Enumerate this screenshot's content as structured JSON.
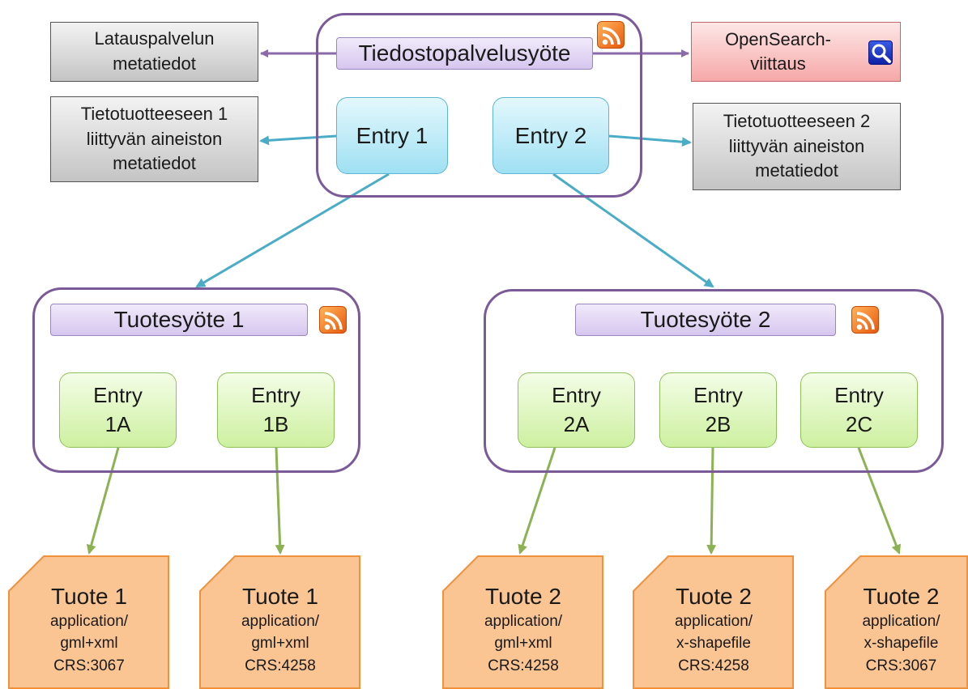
{
  "top_feed": {
    "title": "Tiedostopalvelusyöte",
    "entries": [
      "Entry 1",
      "Entry 2"
    ]
  },
  "download_service_meta": {
    "lines": [
      "Latauspalvelun",
      "metatiedot"
    ]
  },
  "opensearch": {
    "lines": [
      "OpenSearch-",
      "viittaus"
    ]
  },
  "meta_left": {
    "lines": [
      "Tietotuotteeseen 1",
      "liittyvän aineiston",
      "metatiedot"
    ]
  },
  "meta_right": {
    "lines": [
      "Tietotuotteeseen 2",
      "liittyvän aineiston",
      "metatiedot"
    ]
  },
  "product_feed_1": {
    "title": "Tuotesyöte 1",
    "entries": [
      {
        "line1": "Entry",
        "line2": "1A"
      },
      {
        "line1": "Entry",
        "line2": "1B"
      }
    ]
  },
  "product_feed_2": {
    "title": "Tuotesyöte 2",
    "entries": [
      {
        "line1": "Entry",
        "line2": "2A"
      },
      {
        "line1": "Entry",
        "line2": "2B"
      },
      {
        "line1": "Entry",
        "line2": "2C"
      }
    ]
  },
  "products": [
    {
      "name": "Tuote 1",
      "mime1": "application/",
      "mime2": "gml+xml",
      "crs": "CRS:3067"
    },
    {
      "name": "Tuote 1",
      "mime1": "application/",
      "mime2": "gml+xml",
      "crs": "CRS:4258"
    },
    {
      "name": "Tuote 2",
      "mime1": "application/",
      "mime2": "gml+xml",
      "crs": "CRS:4258"
    },
    {
      "name": "Tuote 2",
      "mime1": "application/",
      "mime2": "x-shapefile",
      "crs": "CRS:4258"
    },
    {
      "name": "Tuote 2",
      "mime1": "application/",
      "mime2": "x-shapefile",
      "crs": "CRS:3067"
    }
  ],
  "icons": {
    "feed": "rss-icon",
    "search": "magnifier-icon"
  },
  "colors": {
    "group_border": "#7b5a98",
    "purple_arrow": "#8a6aa8",
    "blue_arrow": "#4aacc6",
    "green_arrow": "#8cb254",
    "product_fill": "#fbc593",
    "product_border": "#f0923c"
  }
}
